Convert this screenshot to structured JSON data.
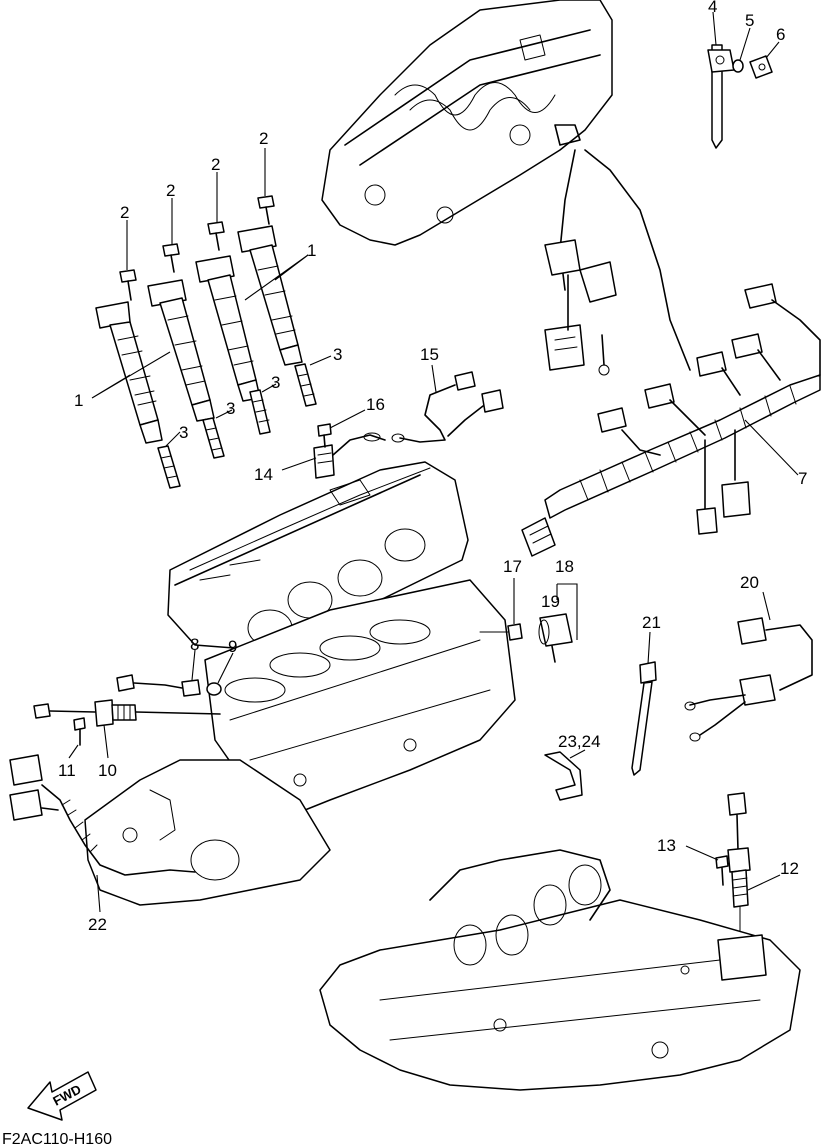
{
  "diagram": {
    "code": "F2AC110-H160",
    "direction_label": "FWD",
    "callouts": {
      "c1a": "1",
      "c1b": "1",
      "c2a": "2",
      "c2b": "2",
      "c2c": "2",
      "c2d": "2",
      "c3a": "3",
      "c3b": "3",
      "c3c": "3",
      "c3d": "3",
      "c4": "4",
      "c5": "5",
      "c6": "6",
      "c7": "7",
      "c8": "8",
      "c9": "9",
      "c10": "10",
      "c11": "11",
      "c12": "12",
      "c13": "13",
      "c14": "14",
      "c15": "15",
      "c16": "16",
      "c17": "17",
      "c18": "18",
      "c19": "19",
      "c20": "20",
      "c21": "21",
      "c22": "22",
      "c2324": "23,24"
    }
  }
}
